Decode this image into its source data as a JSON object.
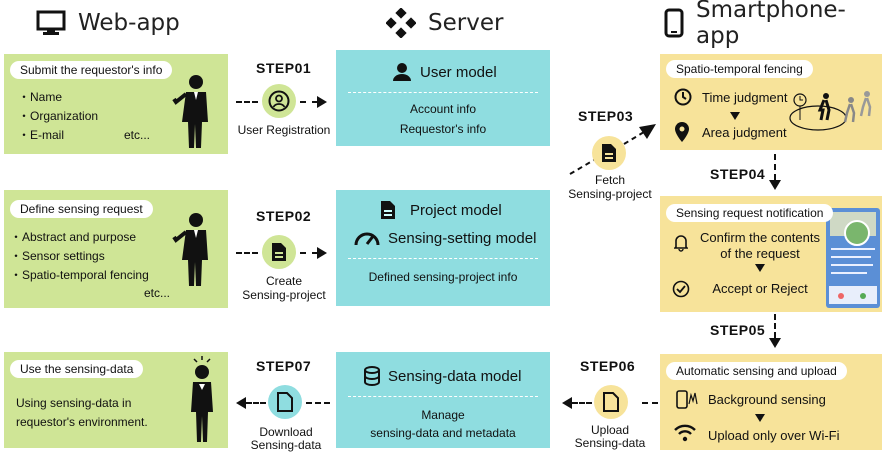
{
  "columns": {
    "webapp": "Web-app",
    "server": "Server",
    "smartphone": "Smartphone-app"
  },
  "steps": {
    "s1": {
      "label": "STEP01",
      "caption": "User Registration"
    },
    "s2": {
      "label": "STEP02",
      "caption1": "Create",
      "caption2": "Sensing-project"
    },
    "s3": {
      "label": "STEP03",
      "caption1": "Fetch",
      "caption2": "Sensing-project"
    },
    "s4": {
      "label": "STEP04"
    },
    "s5": {
      "label": "STEP05"
    },
    "s6": {
      "label": "STEP06",
      "caption1": "Upload",
      "caption2": "Sensing-data"
    },
    "s7": {
      "label": "STEP07",
      "caption1": "Download",
      "caption2": "Sensing-data"
    }
  },
  "web": {
    "box1": {
      "title": "Submit the requestor's info",
      "items": [
        "・Name",
        "・Organization",
        "・E-mail"
      ],
      "etc": "etc..."
    },
    "box2": {
      "title": "Define sensing request",
      "items": [
        "・Abstract and purpose",
        "・Sensor settings",
        "・Spatio-temporal fencing"
      ],
      "etc": "etc..."
    },
    "box3": {
      "title": "Use the sensing-data",
      "line1": "Using sensing-data in",
      "line2": "requestor's environment."
    }
  },
  "server": {
    "user_model": {
      "title": "User model",
      "line1": "Account info",
      "line2": "Requestor's info"
    },
    "project_model": {
      "title1": "Project model",
      "title2": "Sensing-setting model",
      "line1": "Defined sensing-project info"
    },
    "data_model": {
      "title": "Sensing-data model",
      "line1": "Manage",
      "line2": "sensing-data and metadata"
    }
  },
  "phone": {
    "box1": {
      "title": "Spatio-temporal fencing",
      "item1": "Time judgment",
      "item2": "Area judgment"
    },
    "box2": {
      "title": "Sensing request notification",
      "item1a": "Confirm the contents",
      "item1b": "of the request",
      "item2": "Accept or Reject"
    },
    "box3": {
      "title": "Automatic sensing and upload",
      "item1": "Background sensing",
      "item2": "Upload only over Wi-Fi"
    }
  },
  "colors": {
    "green": "#cfe596",
    "cyan": "#8fdde0",
    "yellow": "#f7e39a"
  }
}
